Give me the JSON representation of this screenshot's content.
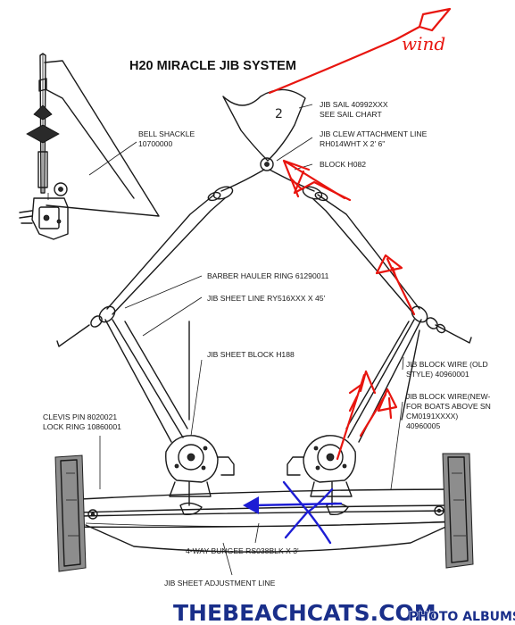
{
  "diagram": {
    "title": "H20 MIRACLE JIB SYSTEM",
    "labels": {
      "jib_sail": [
        "JIB SAIL  40992XXX",
        "SEE SAIL CHART"
      ],
      "sail_number": "2",
      "clew_line": [
        "JIB CLEW ATTACHMENT LINE",
        "RH014WHT X 2' 6\""
      ],
      "block": "BLOCK  H082",
      "bell_shackle": [
        "BELL SHACKLE",
        "10700000"
      ],
      "barber_ring": "BARBER HAULER RING  61290011",
      "sheet_line": "JIB SHEET LINE  RY516XXX X 45'",
      "sheet_block": "JIB SHEET BLOCK  H188",
      "block_wire_old": [
        "JIB BLOCK WIRE (OLD",
        "STYLE)  40960001"
      ],
      "block_wire_new": [
        "JIB BLOCK WIRE(NEW-",
        "FOR BOATS ABOVE SN",
        "CM0191XXXX)",
        "40960005"
      ],
      "clevis": [
        "CLEVIS PIN  8020021",
        "LOCK RING  10860001"
      ],
      "bungee": "4-WAY BUNGEE   RS038BLK X 3'",
      "adjustment_line": "JIB SHEET ADJUSTMENT LINE"
    },
    "annotation": {
      "wind": "wind"
    }
  },
  "watermark": {
    "site": "THEBEACHCATS.COM",
    "album": "PHOTO ALBUMS"
  },
  "colors": {
    "ink": "#1a1a1a",
    "annotation_red": "#e8150f",
    "annotation_blue": "#1d1dd4",
    "watermark": "#1a2f8a"
  },
  "icons": [
    "shackle-icon",
    "block-icon",
    "ring-icon",
    "arrow-icon",
    "cross-mark-icon"
  ]
}
